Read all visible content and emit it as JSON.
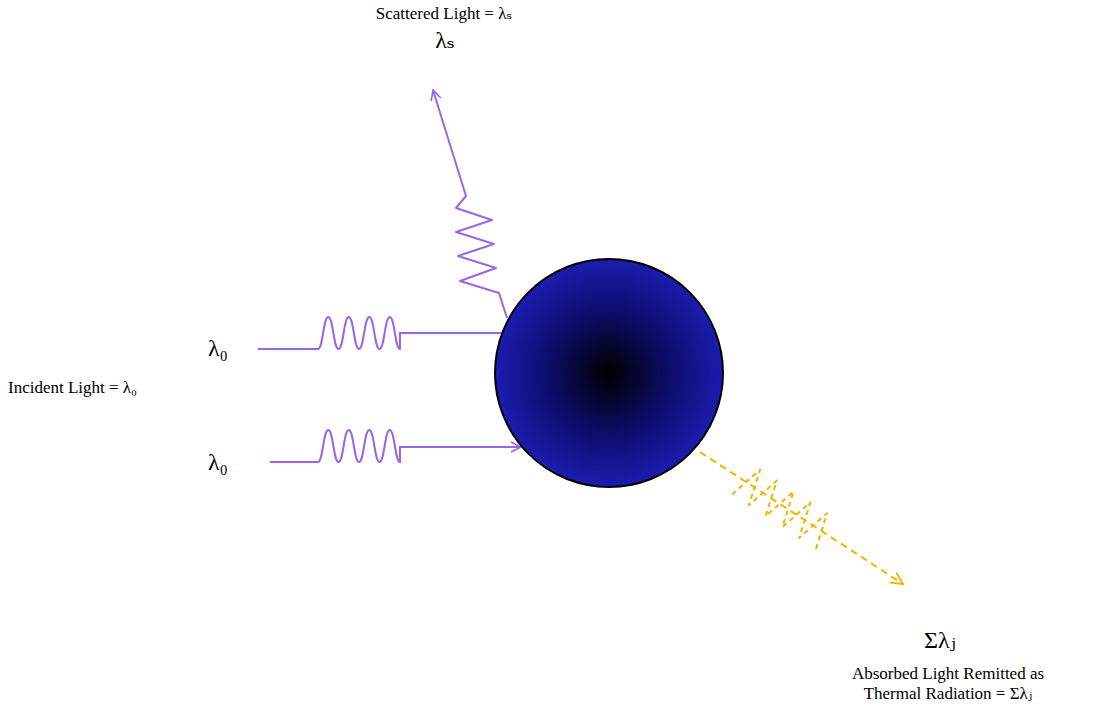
{
  "diagram": {
    "labels": [
      "Scattered Light = λₛ",
      "λₛ",
      "λ₀",
      "Incident Light = λ₀",
      "λ₀",
      "Σλⱼ",
      "Absorbed Light Remitted as Thermal Radiation = Σλⱼ"
    ]
  }
}
